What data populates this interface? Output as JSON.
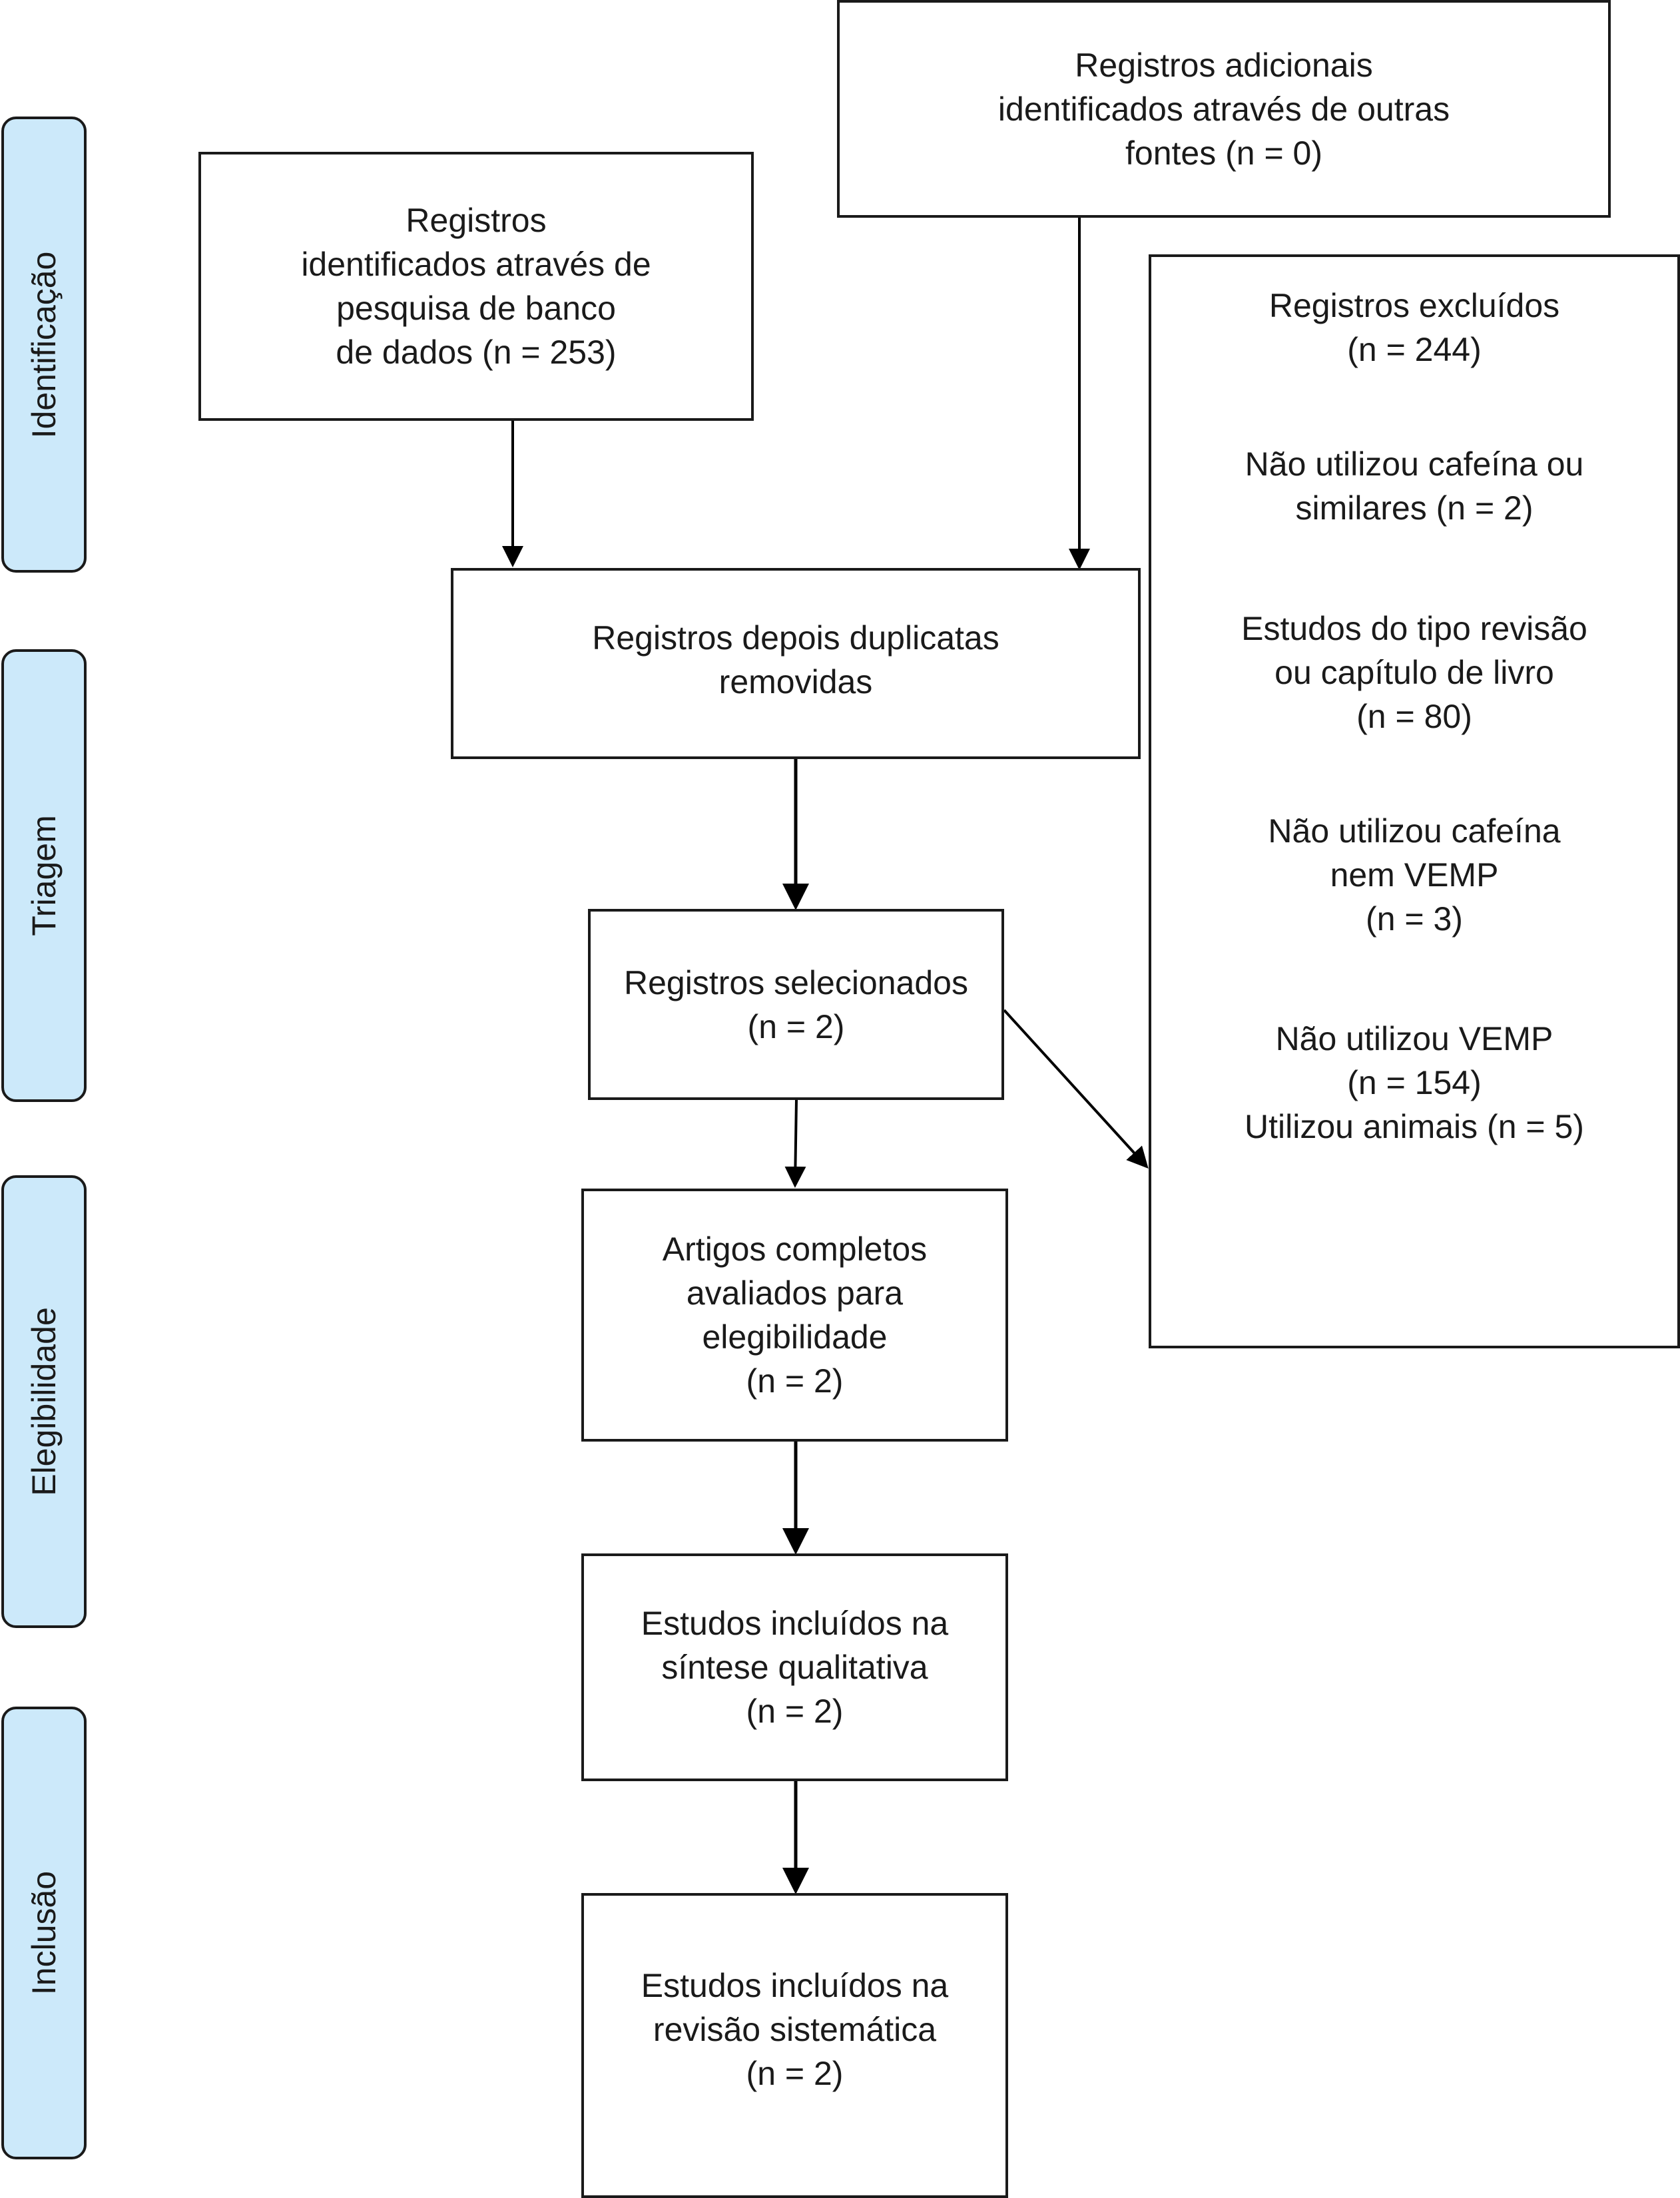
{
  "stages": {
    "identificacao": "Identificação",
    "triagem": "Triagem",
    "elegibilidade": "Elegibilidade",
    "inclusao": "Inclusão"
  },
  "boxes": {
    "database": [
      "Registros",
      "identificados através de",
      "pesquisa de banco",
      "de dados (n = 253)"
    ],
    "other_sources": [
      "Registros adicionais",
      "identificados através de outras",
      "fontes (n = 0)"
    ],
    "duplicates_removed": [
      "Registros depois duplicatas",
      "removidas"
    ],
    "selected": [
      "Registros selecionados",
      "(n = 2)"
    ],
    "full_text": [
      "Artigos completos",
      "avaliados para",
      "elegibilidade",
      "(n = 2)"
    ],
    "qualitative": [
      "Estudos incluídos na",
      "síntese qualitativa",
      "(n = 2)"
    ],
    "systematic_review": [
      "Estudos incluídos na",
      "revisão sistemática",
      "(n = 2)"
    ]
  },
  "excluded": {
    "title": [
      "Registros excluídos",
      "(n = 244)"
    ],
    "reasons": [
      [
        "Não utilizou cafeína ou",
        "similares (n = 2)"
      ],
      [
        "Estudos do tipo revisão",
        "ou capítulo de livro",
        "(n = 80)"
      ],
      [
        "Não utilizou cafeína",
        "nem VEMP",
        "(n = 3)"
      ],
      [
        "Não utilizou VEMP",
        "(n = 154)",
        "Utilizou animais (n = 5)"
      ]
    ]
  }
}
